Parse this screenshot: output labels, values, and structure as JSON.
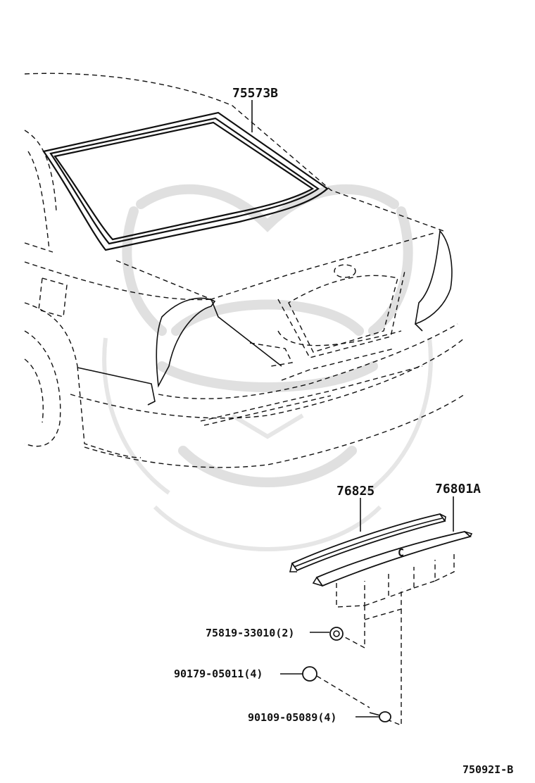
{
  "parts": {
    "rear_window_weatherstrip": "75573B",
    "moulding": "76825",
    "garnish": "76801A",
    "clip_a": "75819-33010(2)",
    "clip_b": "90179-05011(4)",
    "screw": "90109-05089(4)",
    "garnish_mark": "C"
  },
  "diagram_ref": "75092I-B"
}
